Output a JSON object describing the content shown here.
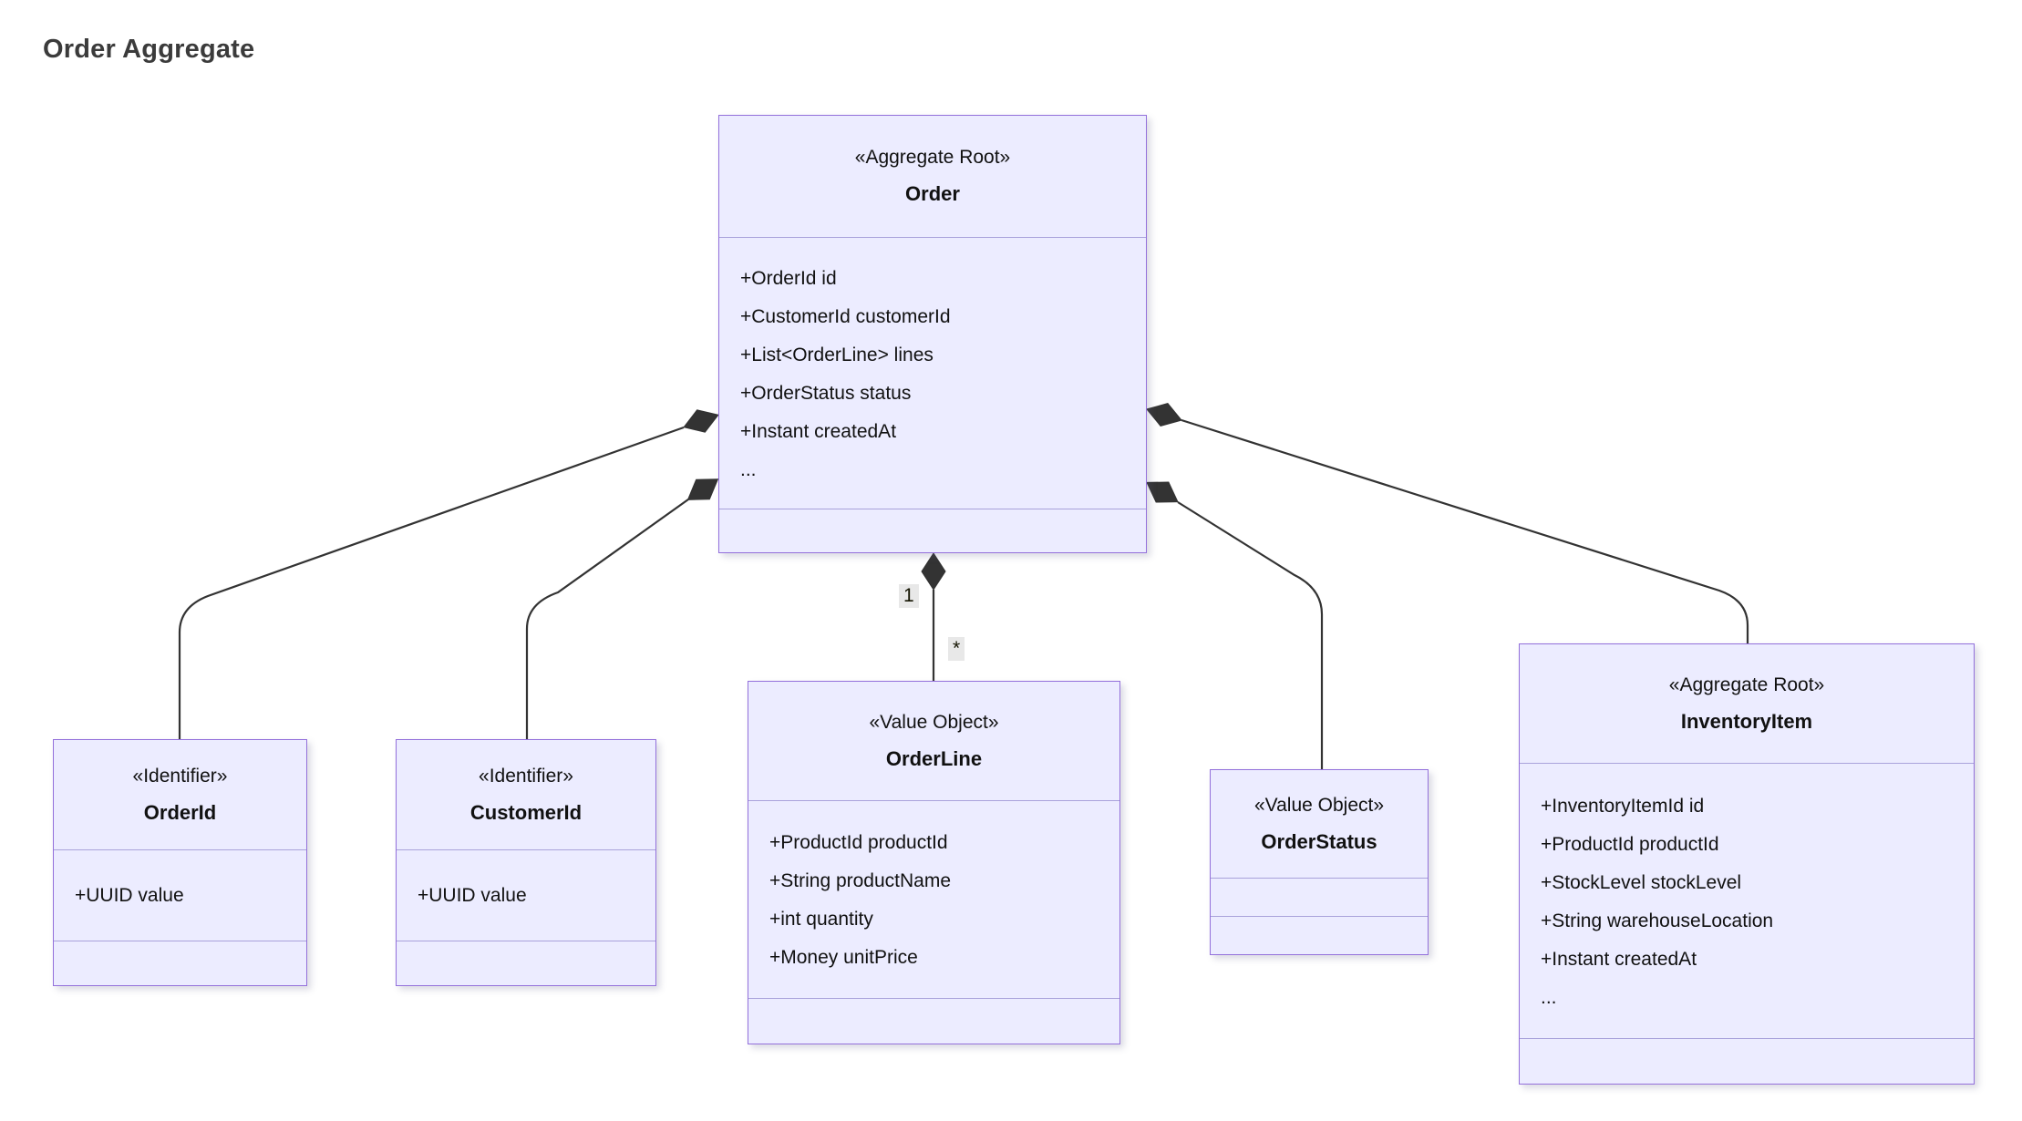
{
  "title": "Order Aggregate",
  "colors": {
    "box_fill": "#ECECFF",
    "box_border": "#9370DB",
    "box_divider": "#A9A2DB",
    "line": "#333333",
    "label_bg": "#E8E8E8",
    "text": "#111111",
    "title": "#3B3B3B"
  },
  "classes": {
    "order": {
      "stereotype": "«Aggregate Root»",
      "name": "Order",
      "attributes": [
        "+OrderId id",
        "+CustomerId customerId",
        "+List<OrderLine> lines",
        "+OrderStatus status",
        "+Instant createdAt",
        "..."
      ]
    },
    "orderId": {
      "stereotype": "«Identifier»",
      "name": "OrderId",
      "attributes": [
        "+UUID value"
      ]
    },
    "customerId": {
      "stereotype": "«Identifier»",
      "name": "CustomerId",
      "attributes": [
        "+UUID value"
      ]
    },
    "orderLine": {
      "stereotype": "«Value Object»",
      "name": "OrderLine",
      "attributes": [
        "+ProductId productId",
        "+String productName",
        "+int quantity",
        "+Money unitPrice"
      ]
    },
    "orderStatus": {
      "stereotype": "«Value Object»",
      "name": "OrderStatus",
      "attributes": []
    },
    "inventoryItem": {
      "stereotype": "«Aggregate Root»",
      "name": "InventoryItem",
      "attributes": [
        "+InventoryItemId id",
        "+ProductId productId",
        "+StockLevel stockLevel",
        "+String warehouseLocation",
        "+Instant createdAt",
        "..."
      ]
    }
  },
  "relationships": [
    {
      "from": "Order",
      "to": "OrderId",
      "type": "composition"
    },
    {
      "from": "Order",
      "to": "CustomerId",
      "type": "composition"
    },
    {
      "from": "Order",
      "to": "OrderLine",
      "type": "composition",
      "from_multiplicity": "1",
      "to_multiplicity": "*"
    },
    {
      "from": "Order",
      "to": "OrderStatus",
      "type": "composition"
    },
    {
      "from": "Order",
      "to": "InventoryItem",
      "type": "composition"
    }
  ]
}
